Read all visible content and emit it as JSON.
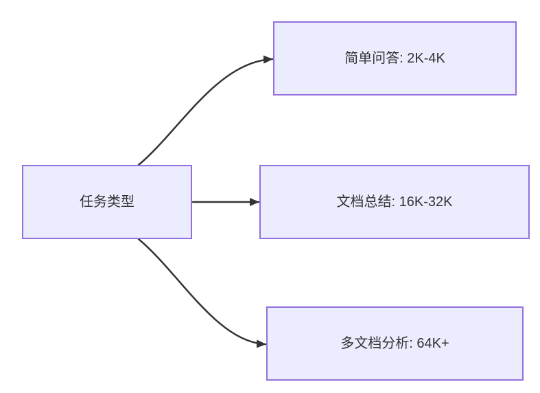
{
  "diagram": {
    "type": "flowchart",
    "direction": "LR",
    "root": {
      "id": "task-type",
      "label": "任务类型"
    },
    "branches": [
      {
        "id": "simple-qa",
        "label": "简单问答: 2K-4K"
      },
      {
        "id": "doc-summary",
        "label": "文档总结: 16K-32K"
      },
      {
        "id": "multidoc-analysis",
        "label": "多文档分析: 64K+"
      }
    ],
    "edges": [
      {
        "from": "任务类型",
        "to": "简单问答: 2K-4K",
        "arrow": "triangle"
      },
      {
        "from": "任务类型",
        "to": "文档总结: 16K-32K",
        "arrow": "triangle"
      },
      {
        "from": "任务类型",
        "to": "多文档分析: 64K+",
        "arrow": "triangle"
      }
    ],
    "colors": {
      "node_fill": "#ECECFF",
      "node_border": "#9370DB",
      "edge": "#333333",
      "text": "#333333",
      "background": "#FFFFFF"
    }
  }
}
